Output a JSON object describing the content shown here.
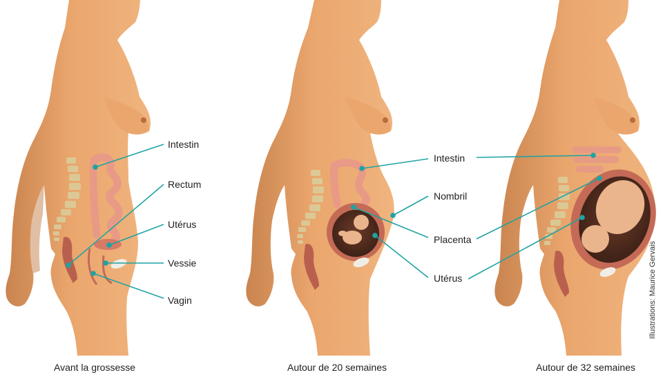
{
  "colors": {
    "skin": "#e8a46c",
    "skin_shadow": "#c98550",
    "skin_light": "#f3c08e",
    "organ": "#e89a86",
    "organ_dark": "#b8604d",
    "spine": "#d9cf9c",
    "womb_interior": "#4a2a1e",
    "fetus": "#eab58c",
    "bladder": "#f0ede6",
    "callout": "#1fa3a3"
  },
  "figures": [
    {
      "id": "before",
      "caption": "Avant la grossesse",
      "labels": [
        "Intestin",
        "Rectum",
        "Utérus",
        "Vessie",
        "Vagin"
      ]
    },
    {
      "id": "week20",
      "caption": "Autour de 20 semaines",
      "labels": [
        "Intestin",
        "Nombril",
        "Placenta",
        "Utérus"
      ]
    },
    {
      "id": "week32",
      "caption": "Autour de 32 semaines",
      "labels": []
    }
  ],
  "credit": "Illustrations: Maurice Gervais"
}
